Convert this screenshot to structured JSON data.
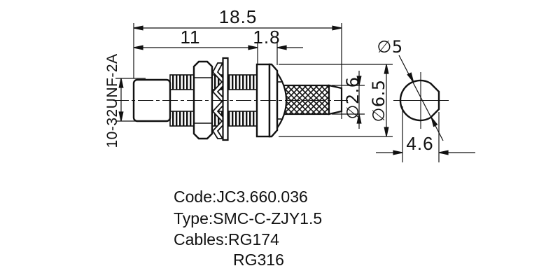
{
  "colors": {
    "background": "#ffffff",
    "ink": "#111111"
  },
  "dims": {
    "total_length": "18.5",
    "body_length": "11",
    "flange_thickness": "1.8",
    "thread_spec": "10-32UNF-2A",
    "crimp_diameter": "∅2.6",
    "hex_diameter": "∅6.5",
    "end_diameter": "∅5",
    "across_flats": "4.6"
  },
  "notes": {
    "code": "Code:JC3.660.036",
    "type": "Type:SMC-C-ZJY1.5",
    "cables": "Cables:RG174",
    "cables_extra": "RG316"
  }
}
